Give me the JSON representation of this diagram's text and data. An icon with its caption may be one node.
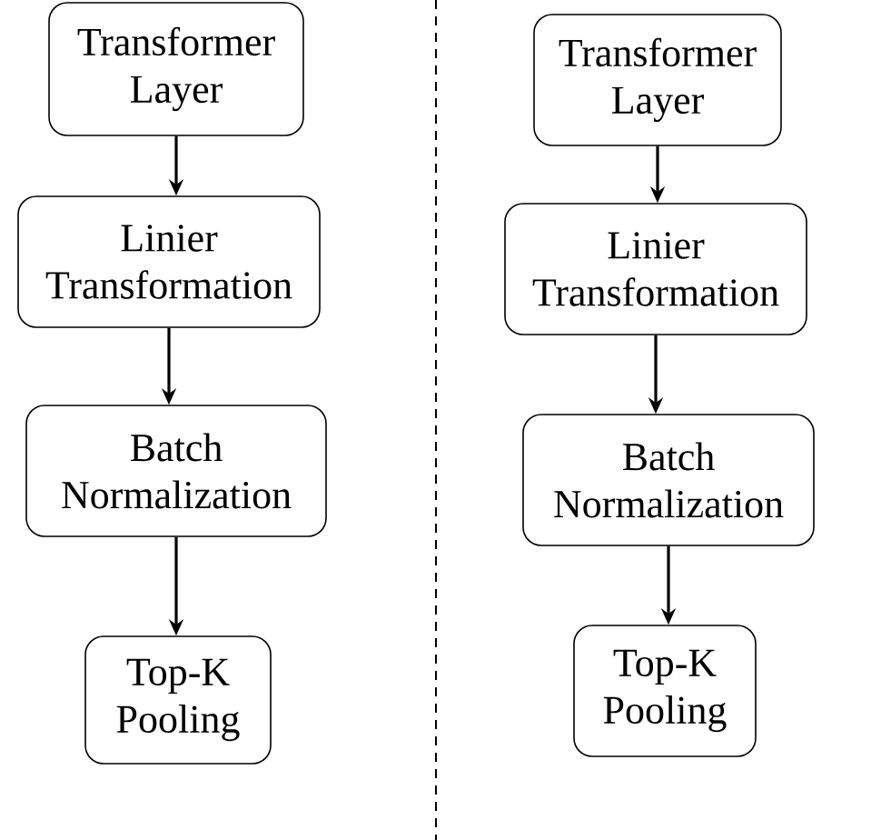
{
  "diagram": {
    "nodes": [
      {
        "text": [
          "Transformer Layer"
        ]
      },
      {
        "text": [
          "Linier Transformation"
        ]
      },
      {
        "text": [
          "Batch Normalization"
        ]
      },
      {
        "text": [
          "Top-K Pooling"
        ]
      },
      {
        "text": [
          "Transformer Layer"
        ]
      },
      {
        "text": [
          "Linier Transformation"
        ]
      },
      {
        "text": [
          "Batch Normalization"
        ]
      },
      {
        "text": [
          "Top-K Pooling"
        ]
      }
    ],
    "edges": [
      {
        "from": 0,
        "to": 1,
        "arrow": "to"
      },
      {
        "from": 1,
        "to": 2,
        "arrow": "to"
      },
      {
        "from": 2,
        "to": 3,
        "arrow": "to"
      },
      {
        "from": 4,
        "to": 5,
        "arrow": "to"
      },
      {
        "from": 5,
        "to": 6,
        "arrow": "to"
      },
      {
        "from": 6,
        "to": 7,
        "arrow": "to"
      }
    ]
  }
}
